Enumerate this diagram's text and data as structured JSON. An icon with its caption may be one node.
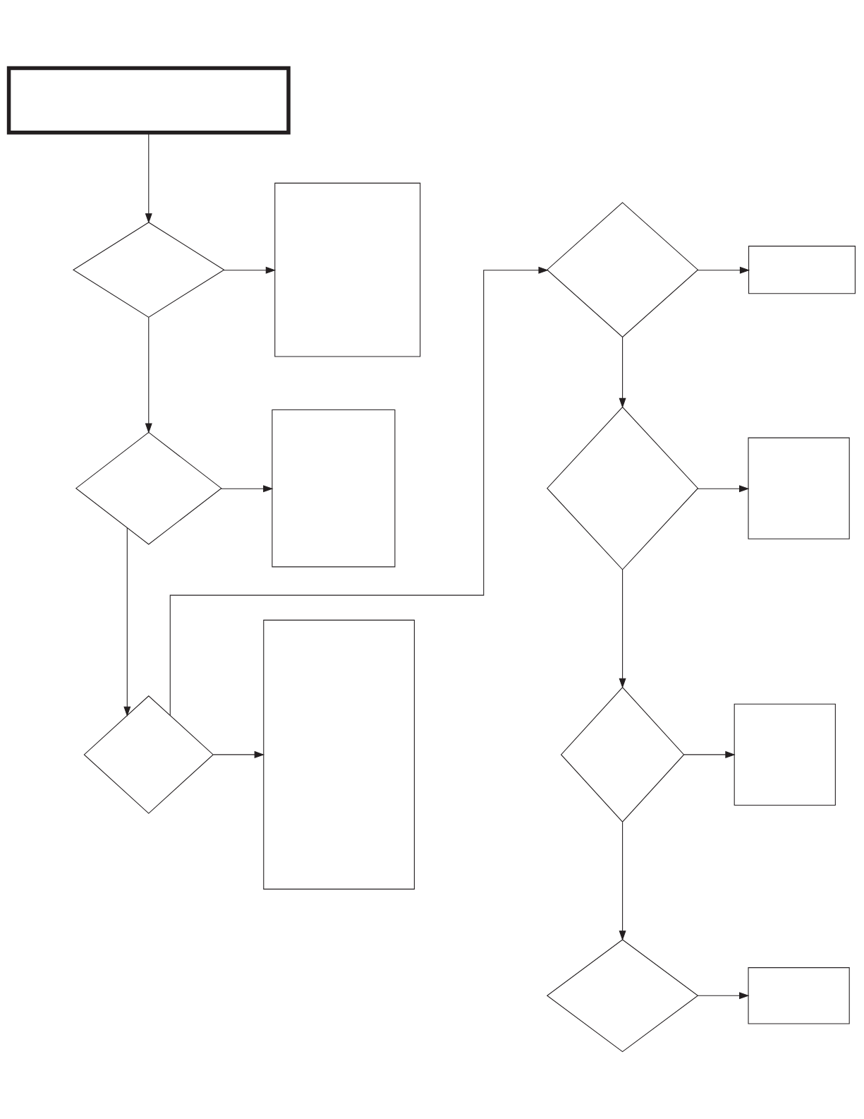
{
  "diagram": {
    "nodes": [
      {
        "text": [],
        "shape": "box"
      },
      {
        "text": [],
        "shape": "diamond"
      },
      {
        "text": [],
        "shape": "box"
      },
      {
        "text": [],
        "shape": "diamond"
      },
      {
        "text": [],
        "shape": "box"
      },
      {
        "text": [],
        "shape": "diamond"
      },
      {
        "text": [],
        "shape": "box"
      },
      {
        "text": [],
        "shape": "diamond"
      },
      {
        "text": [],
        "shape": "box"
      },
      {
        "text": [],
        "shape": "diamond"
      },
      {
        "text": [],
        "shape": "box"
      },
      {
        "text": [],
        "shape": "diamond"
      },
      {
        "text": [],
        "shape": "box"
      },
      {
        "text": [],
        "shape": "diamond"
      },
      {
        "text": [],
        "shape": "box"
      }
    ],
    "edges": [
      {
        "from": 0,
        "to": 1,
        "arrow": "to"
      },
      {
        "from": 1,
        "to": 2,
        "arrow": "to"
      },
      {
        "from": 1,
        "to": 3,
        "arrow": "to"
      },
      {
        "from": 3,
        "to": 4,
        "arrow": "to"
      },
      {
        "from": 3,
        "to": 5,
        "arrow": "to"
      },
      {
        "from": 5,
        "to": 6,
        "arrow": "to"
      },
      {
        "from": 5,
        "to": 7,
        "arrow": "to"
      },
      {
        "from": 7,
        "to": 8,
        "arrow": "to"
      },
      {
        "from": 7,
        "to": 9,
        "arrow": "to"
      },
      {
        "from": 9,
        "to": 10,
        "arrow": "to"
      },
      {
        "from": 9,
        "to": 11,
        "arrow": "to"
      },
      {
        "from": 11,
        "to": 12,
        "arrow": "to"
      },
      {
        "from": 11,
        "to": 13,
        "arrow": "to"
      },
      {
        "from": 13,
        "to": 14,
        "arrow": "to"
      }
    ]
  }
}
